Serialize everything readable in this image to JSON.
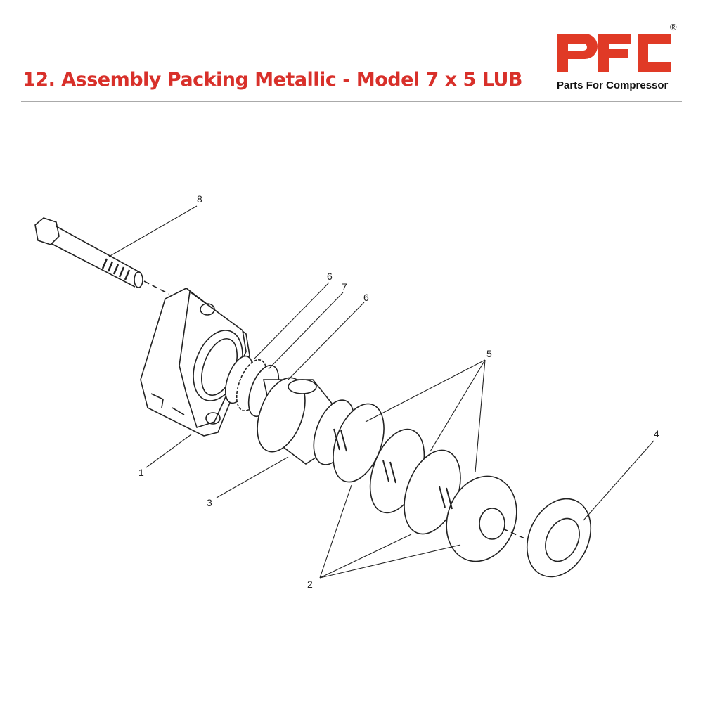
{
  "header": {
    "title": "12. Assembly Packing Metallic - Model 7 x 5 LUB",
    "logo_letters": "PFC",
    "logo_tagline": "Parts For Compressor",
    "logo_registered": "®",
    "brand_color": "#e03a26"
  },
  "diagram": {
    "callouts": [
      {
        "id": "c8",
        "label": "8"
      },
      {
        "id": "c6a",
        "label": "6"
      },
      {
        "id": "c7",
        "label": "7"
      },
      {
        "id": "c6b",
        "label": "6"
      },
      {
        "id": "c5",
        "label": "5"
      },
      {
        "id": "c4",
        "label": "4"
      },
      {
        "id": "c1",
        "label": "1"
      },
      {
        "id": "c3",
        "label": "3"
      },
      {
        "id": "c2",
        "label": "2"
      }
    ]
  }
}
